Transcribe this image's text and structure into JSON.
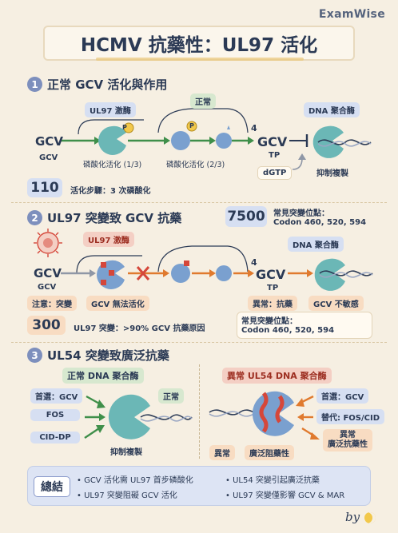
{
  "brand": "ExamWise",
  "title": "HCMV 抗藥性：UL97 活化",
  "section1": {
    "number": "1",
    "heading": "正常 GCV 活化與作用",
    "gcv_label": "GCV",
    "gcv_sub": "GCV",
    "kinase_label": "UL97 激酶",
    "normal_label": "正常",
    "step1_label": "磷酸化活化 (1/3)",
    "step2_label": "磷酸化活化 (2/3)",
    "tp_superscript": "4",
    "gcv_tp_main": "GCV",
    "gcv_tp_sub": "TP",
    "dgtp_label": "dGTP",
    "dna_pol_label": "DNA 聚合酶",
    "inhibit_label": "抑制複製",
    "phosphate_symbol": "P",
    "number_box": "110",
    "number_caption": "活化步驟：3 次磷酸化"
  },
  "section2": {
    "number": "2",
    "heading": "UL97 突變致 GCV 抗藥",
    "number_box_right": "7500",
    "mutation_title": "常見突變位點：",
    "mutation_codons": "Codon 460, 520, 594",
    "gcv_label": "GCV",
    "gcv_sub": "GCV",
    "kinase_label": "UL97 激酶",
    "dna_pol_label": "DNA 聚合酶",
    "tp_superscript": "4",
    "gcv_tp_main": "GCV",
    "gcv_tp_sub": "TP",
    "note_mutation": "注意：突變",
    "no_activation": "GCV 無法活化",
    "abnormal_resist": "異常：抗藥",
    "gcv_insensitive": "GCV 不敏感",
    "number_box_left": "300",
    "number_caption": "UL97 突變：>90% GCV 抗藥原因",
    "mutation_title_2": "常見突變位點：",
    "mutation_codons_2": "Codon 460, 520, 594"
  },
  "section3": {
    "number": "3",
    "heading": "UL54 突變致廣泛抗藥",
    "left_title": "正常 DNA 聚合酶",
    "left_first_line": "首選：GCV",
    "left_fos": "FOS",
    "left_cid": "CID-DP",
    "left_normal": "正常",
    "left_inhibit": "抑制複製",
    "right_title": "異常 UL54 DNA 聚合酶",
    "right_first_line": "首選：GCV",
    "right_alt": "替代: FOS/CID",
    "right_abnormal_top": "異常",
    "right_broad": "廣泛抗藥性",
    "right_abnormal_bottom": "異常",
    "right_broad_block": "廣泛阻藥性"
  },
  "summary": {
    "heading": "總結",
    "items": [
      "• GCV 活化需 UL97 首步磷酸化",
      "• UL97 突變阻礙 GCV 活化",
      "• UL54 突變引起廣泛抗藥",
      "• UL97 突變僅影響 GCV & MAR"
    ]
  },
  "footer_by": "by",
  "colors": {
    "background": "#f6efe2",
    "navy": "#2b3a55",
    "green_arrow": "#3f8f4a",
    "orange_arrow": "#e07a2e",
    "red": "#d5473a",
    "enzyme_teal": "#6bb7b6",
    "enzyme_blue": "#7aa0cf"
  }
}
